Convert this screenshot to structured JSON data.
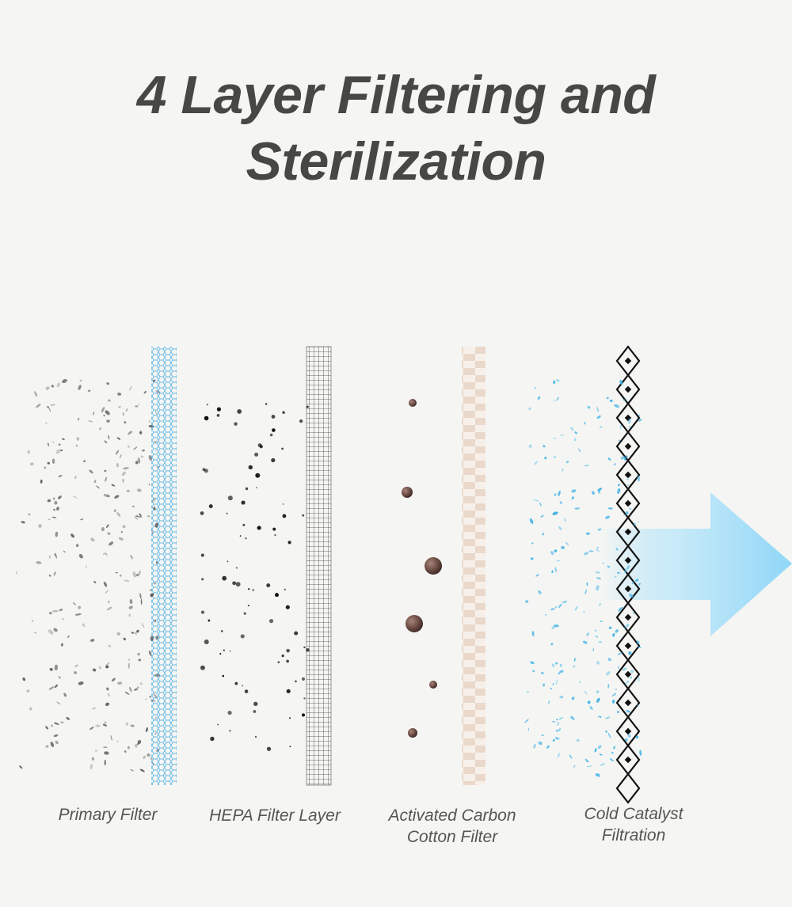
{
  "title": {
    "line1": "4 Layer Filtering and",
    "line2": "Sterilization"
  },
  "filters": [
    {
      "line1": "Primary Filter",
      "line2": "",
      "mesh_color": "#67b9e6",
      "particle_color": "#4a4a4a"
    },
    {
      "line1": "HEPA Filter Layer",
      "line2": "",
      "mesh_color": "#3e3e3e",
      "particle_color": "#111111"
    },
    {
      "line1": "Activated Carbon",
      "line2": "Cotton Filter",
      "mesh_color": "#e2d1c2",
      "particle_color": "#6a4a42"
    },
    {
      "line1": "Cold Catalyst",
      "line2": "Filtration",
      "mesh_color": "#111111",
      "particle_color": "#3fb1e6"
    }
  ],
  "arrow": {
    "color": "#9fdcf7",
    "icon": "clean-air-arrow-icon"
  },
  "colors": {
    "background": "#f5f6f3",
    "title": "#474846",
    "label": "#555653"
  }
}
